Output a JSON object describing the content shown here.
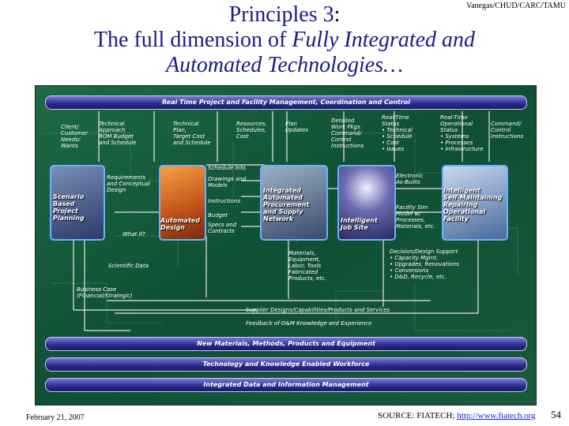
{
  "credit": "Vanegas/CHUD/CARC/TAMU",
  "title": {
    "line1_prefix": "Principles 3",
    "line1_colon": ":",
    "line2_prefix": "The full dimension of ",
    "line2_italic": "Fully Integrated and",
    "line3": "Automated Technologies…"
  },
  "diagram": {
    "top_bar": "Real Time Project and Facility Management, Coordination and Control",
    "bottom_bars": [
      "New Materials, Methods, Products and Equipment",
      "Technology and Knowledge Enabled Workforce",
      "Integrated Data and Information Management"
    ],
    "nodes": [
      {
        "label": "Scenario\nBased\nProject\nPlanning",
        "color": "#3a4a8a"
      },
      {
        "label": "Automated\nDesign",
        "color": "#d8701a"
      },
      {
        "label": "Integrated\nAutomated\nProcurement\nand Supply\nNetwork",
        "color": "#506080"
      },
      {
        "label": "Intelligent\nJob Site",
        "color": "#4a4a90"
      },
      {
        "label": "Intelligent\nSelf-Maintaining\nRepairing\nOperational\nFacility",
        "color": "#7090b0"
      }
    ],
    "labels": [
      "Client/\nCustomer\nNeeds/\nWants",
      "Technical\nApproach\nROM Budget\nand Schedule",
      "Technical\nPlan,\nTarget Cost\nand Schedule",
      "Resources,\nSchedules,\nCost",
      "Plan\nUpdates",
      "Detailed\nWork Pkgs\nCommand/\nControl\nInstructions",
      "Real-Time\nStatus\n• Technical\n• Schedule\n• Cost\n• Issues",
      "Real-Time\nOperational\nStatus\n• Systems\n• Processes\n• Infrastructure",
      "Command/\nControl\nInstructions",
      "Schedule Info.",
      "Requirements\nand Conceptual\nDesign",
      "Drawings and\nModels",
      "Instructions",
      "Budget",
      "Specs and\nContracts",
      "Electronic\nAs-Builts",
      "Facility Sim\nModel w/\nProcesses,\nMaterials, etc.",
      "What If?",
      "Scientific Data",
      "Materials,\nEquipment,\nLabor, Tools\nFabricated\nProducts, etc.",
      "Decision/Design Support\n• Capacity Mgmt.\n• Upgrades, Renovations\n• Conversions\n• D&D, Recycle, etc.",
      "Business Case\n(Financial/Strategic)",
      "Supplier Designs/Capabilities/Products and Services",
      "Feedback of O&M Knowledge and Experience"
    ]
  },
  "footer": {
    "date": "February 21, 2007",
    "source_prefix": "SOURCE: FIATECH; ",
    "source_link": "http://www.fiatech.org",
    "page_number": "54"
  }
}
